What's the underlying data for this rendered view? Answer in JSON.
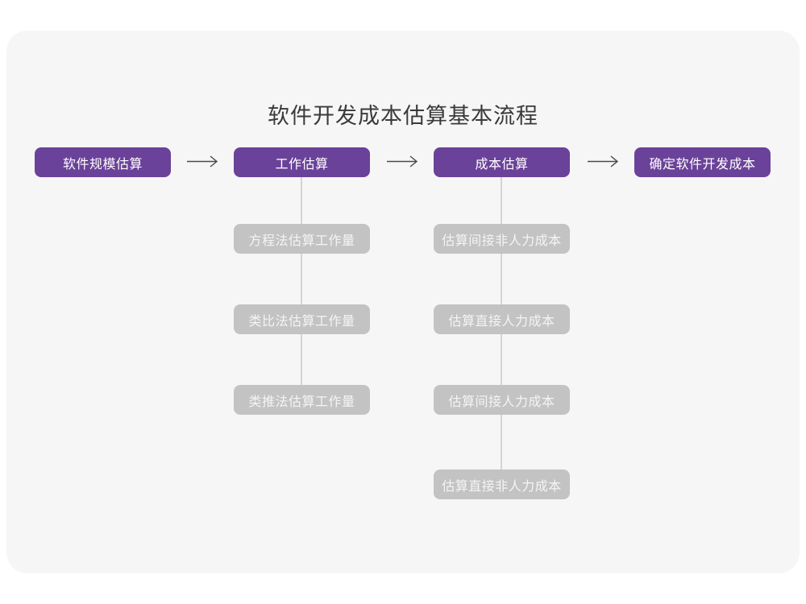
{
  "title": "软件开发成本估算基本流程",
  "colors": {
    "primary_node": "#6B4299",
    "secondary_node": "#C3C3C4",
    "card_background": "#F6F6F7",
    "connector_line": "#D4D4D4",
    "arrow": "#4A4A4A",
    "title_text": "#3A3A3A",
    "node_text": "#FFFFFF"
  },
  "flow": {
    "main_nodes": [
      {
        "label": "软件规模估算"
      },
      {
        "label": "工作估算"
      },
      {
        "label": "成本估算"
      },
      {
        "label": "确定软件开发成本"
      }
    ],
    "arrows": [
      {
        "icon": "arrow-right"
      },
      {
        "icon": "arrow-right"
      },
      {
        "icon": "arrow-right"
      }
    ],
    "sub_columns": [
      {
        "parent": "工作估算",
        "items": [
          {
            "label": "方程法估算工作量"
          },
          {
            "label": "类比法估算工作量"
          },
          {
            "label": "类推法估算工作量"
          }
        ]
      },
      {
        "parent": "成本估算",
        "items": [
          {
            "label": "估算间接非人力成本"
          },
          {
            "label": "估算直接人力成本"
          },
          {
            "label": "估算间接人力成本"
          },
          {
            "label": "估算直接非人力成本"
          }
        ]
      }
    ]
  }
}
